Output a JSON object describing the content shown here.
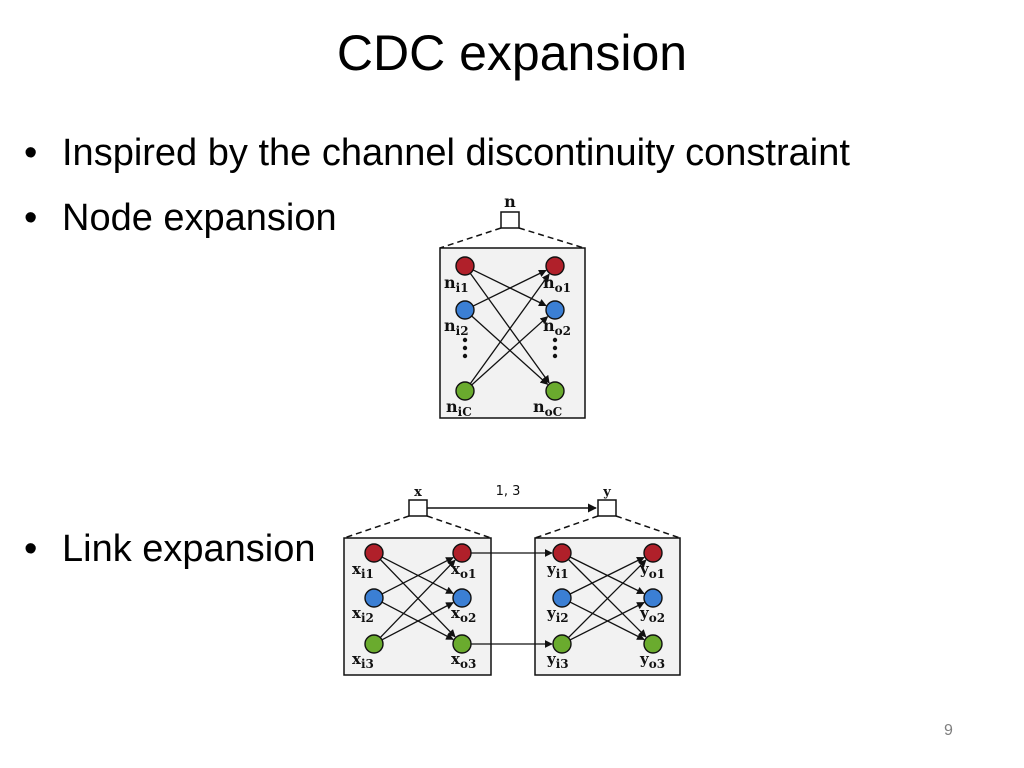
{
  "slide": {
    "title": "CDC expansion",
    "page_number": "9",
    "bullets": [
      {
        "marker": "•",
        "text": "Inspired by the channel discontinuity constraint"
      },
      {
        "marker": "•",
        "text": "Node expansion"
      },
      {
        "marker": "•",
        "text": "Link expansion"
      }
    ]
  },
  "node_expansion": {
    "parent": {
      "base": "n",
      "sub": ""
    },
    "inputs": [
      {
        "base": "n",
        "sub": "i1",
        "color": "#b0202a"
      },
      {
        "base": "n",
        "sub": "i2",
        "color": "#3b7fd4"
      },
      {
        "base": "n",
        "sub": "iC",
        "color": "#6aab2e"
      }
    ],
    "outputs": [
      {
        "base": "n",
        "sub": "o1",
        "color": "#b0202a"
      },
      {
        "base": "n",
        "sub": "o2",
        "color": "#3b7fd4"
      },
      {
        "base": "n",
        "sub": "oC",
        "color": "#6aab2e"
      }
    ]
  },
  "link_expansion": {
    "link_label": "1, 3",
    "source": {
      "label": "x"
    },
    "target": {
      "label": "y"
    },
    "source_inputs": [
      {
        "base": "x",
        "sub": "i1",
        "color": "#b0202a"
      },
      {
        "base": "x",
        "sub": "i2",
        "color": "#3b7fd4"
      },
      {
        "base": "x",
        "sub": "i3",
        "color": "#6aab2e"
      }
    ],
    "source_outputs": [
      {
        "base": "x",
        "sub": "o1",
        "color": "#b0202a"
      },
      {
        "base": "x",
        "sub": "o2",
        "color": "#3b7fd4"
      },
      {
        "base": "x",
        "sub": "o3",
        "color": "#6aab2e"
      }
    ],
    "target_inputs": [
      {
        "base": "y",
        "sub": "i1",
        "color": "#b0202a"
      },
      {
        "base": "y",
        "sub": "i2",
        "color": "#3b7fd4"
      },
      {
        "base": "y",
        "sub": "i3",
        "color": "#6aab2e"
      }
    ],
    "target_outputs": [
      {
        "base": "y",
        "sub": "o1",
        "color": "#b0202a"
      },
      {
        "base": "y",
        "sub": "o2",
        "color": "#3b7fd4"
      },
      {
        "base": "y",
        "sub": "o3",
        "color": "#6aab2e"
      }
    ]
  }
}
